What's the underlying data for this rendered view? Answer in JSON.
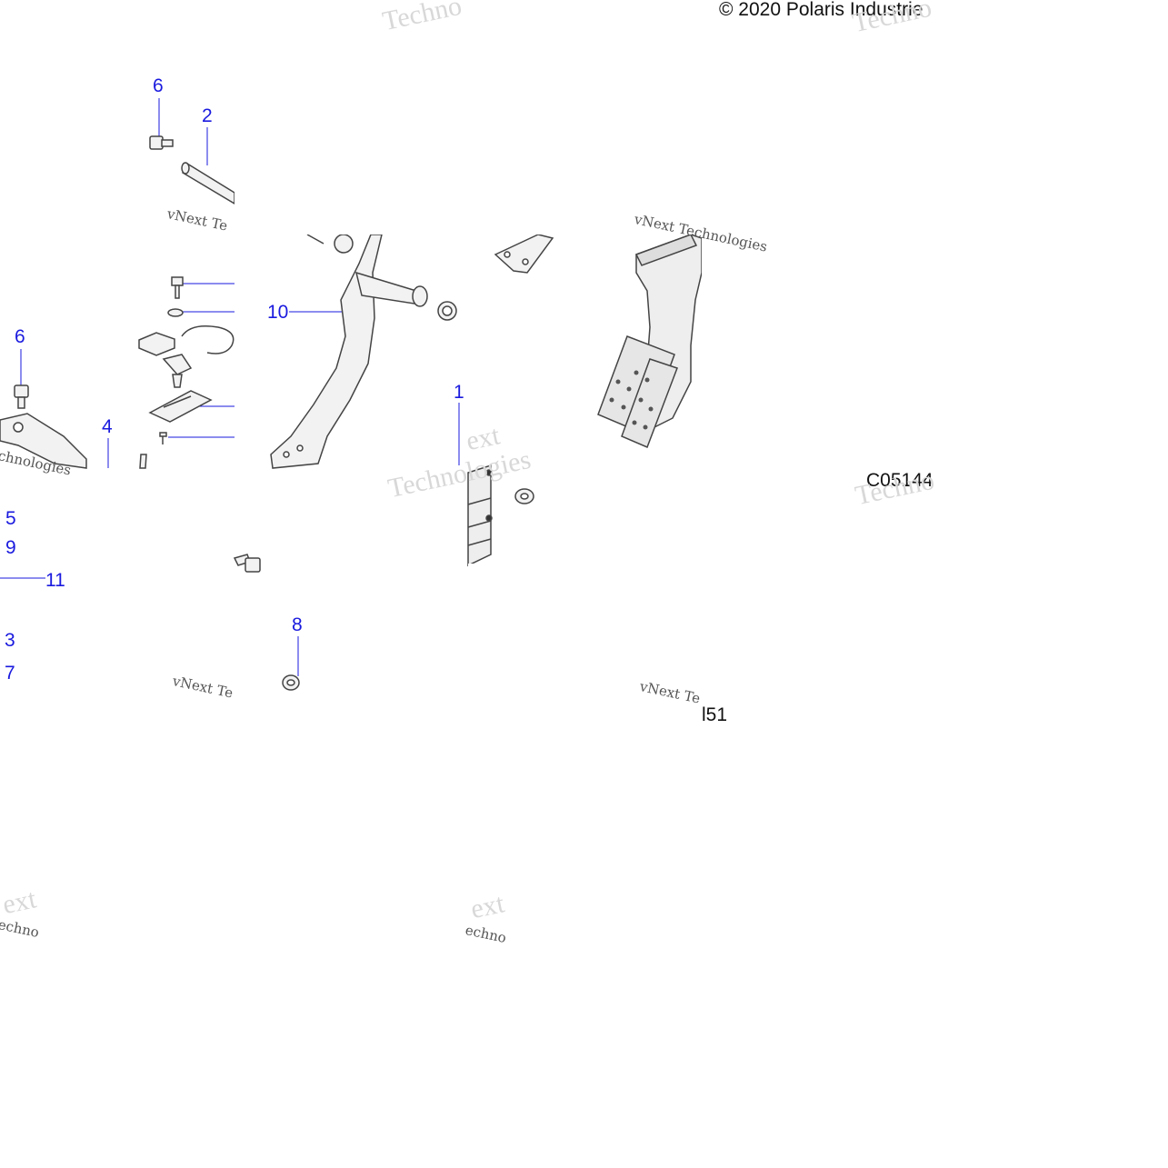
{
  "copyright": "© 2020 Polaris Industrie",
  "figure_code": "C05144",
  "figure_code_partial": "l51",
  "callouts": [
    "6",
    "2",
    "10",
    "6",
    "4",
    "1",
    "5",
    "9",
    "11",
    "3",
    "7",
    "8"
  ],
  "watermark": {
    "brand": "vNext Technologies",
    "short_a": "vNext Te",
    "short_b": "Technologies",
    "short_c": "Techno",
    "short_d": "ext",
    "short_e": "echno",
    "short_f": "chnologies",
    "short_g": "gies"
  },
  "colors": {
    "callout": "#1a1adf",
    "line_art": "#444444",
    "watermark": "#d8d8d8"
  }
}
